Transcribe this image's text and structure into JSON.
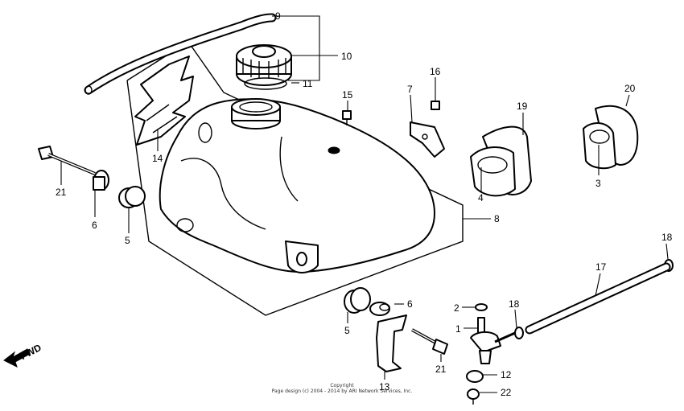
{
  "callouts": {
    "c1": "1",
    "c2": "2",
    "c3": "3",
    "c4": "4",
    "c5a": "5",
    "c5b": "5",
    "c6a": "6",
    "c6b": "6",
    "c7": "7",
    "c8": "8",
    "c9": "9",
    "c10": "10",
    "c11": "11",
    "c12": "12",
    "c13": "13",
    "c14": "14",
    "c15": "15",
    "c16": "16",
    "c17": "17",
    "c18a": "18",
    "c18b": "18",
    "c19": "19",
    "c20": "20",
    "c21a": "21",
    "c21b": "21",
    "c22": "22"
  },
  "direction_label": "FWD",
  "copyright": {
    "line1": "Copyright",
    "line2": "Page design (c) 2004 - 2014 by ARI Network Services, Inc."
  }
}
